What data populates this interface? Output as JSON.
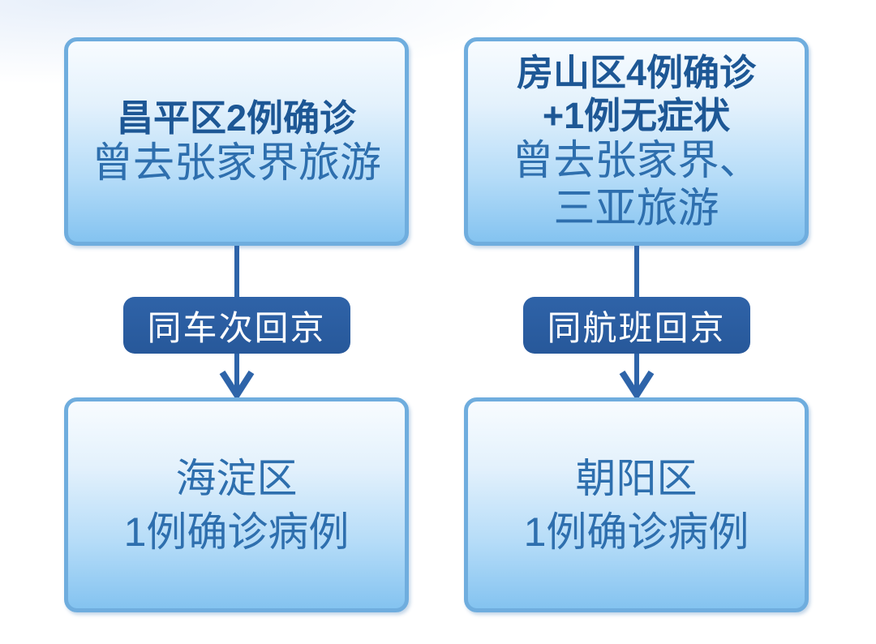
{
  "diagram": {
    "type": "flowchart",
    "columns": [
      {
        "id": "changping-to-haidian",
        "top_box": {
          "bold_lines": [
            "昌平区2例确诊"
          ],
          "normal_lines": [
            "曾去张家界旅游"
          ]
        },
        "badge_label": "同车次回京",
        "bottom_box": {
          "lines": [
            "海淀区",
            "1例确诊病例"
          ]
        }
      },
      {
        "id": "fangshan-to-chaoyang",
        "top_box": {
          "bold_lines": [
            "房山区4例确诊",
            "+1例无症状"
          ],
          "normal_lines": [
            "曾去张家界、",
            "三亚旅游"
          ]
        },
        "badge_label": "同航班回京",
        "bottom_box": {
          "lines": [
            "朝阳区",
            "1例确诊病例"
          ]
        }
      }
    ],
    "colors": {
      "box_border": "#6fadde",
      "box_fill_top": "#f8fcff",
      "box_fill_bottom": "#84c3f0",
      "title_text": "#1d5795",
      "body_text": "#2e6fae",
      "badge_background": "#2b5da0",
      "badge_text": "#ffffff",
      "arrow": "#2e64a9",
      "page_background": "#ffffff"
    }
  }
}
